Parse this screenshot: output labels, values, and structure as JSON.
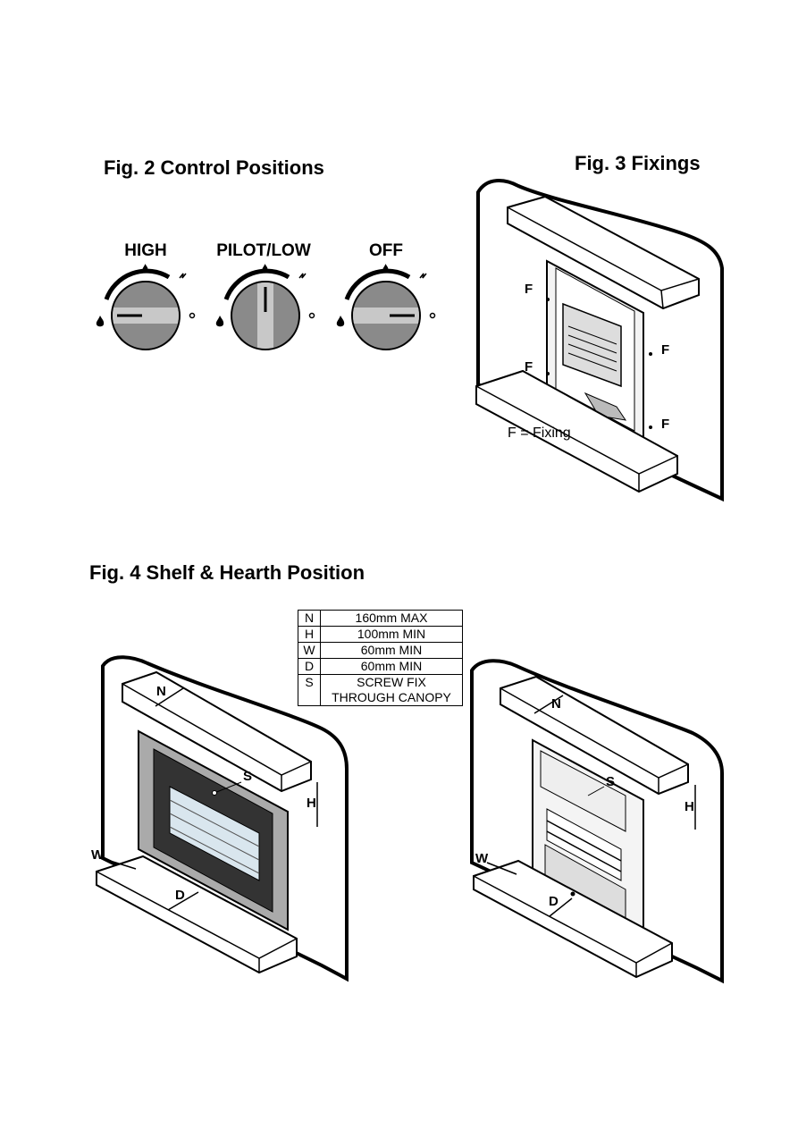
{
  "fig2": {
    "title": "Fig. 2 Control Positions",
    "knobs": [
      {
        "label": "HIGH"
      },
      {
        "label": "PILOT/LOW"
      },
      {
        "label": "OFF"
      }
    ]
  },
  "fig3": {
    "title": "Fig. 3  Fixings",
    "fixing_marker": "F",
    "legend": "F = Fixing"
  },
  "fig4": {
    "title": "Fig. 4  Shelf & Hearth Position",
    "table": [
      {
        "key": "N",
        "value": "160mm MAX"
      },
      {
        "key": "H",
        "value": "100mm MIN"
      },
      {
        "key": "W",
        "value": "60mm MIN"
      },
      {
        "key": "D",
        "value": "60mm MIN"
      },
      {
        "key": "S",
        "value": "SCREW FIX THROUGH CANOPY"
      }
    ],
    "labels": {
      "n": "N",
      "s": "S",
      "h": "H",
      "w": "W",
      "d": "D"
    }
  },
  "colors": {
    "ink": "#000000",
    "knob_dark": "#8a8a8a",
    "knob_light": "#c4c4c4",
    "paper": "#ffffff"
  }
}
